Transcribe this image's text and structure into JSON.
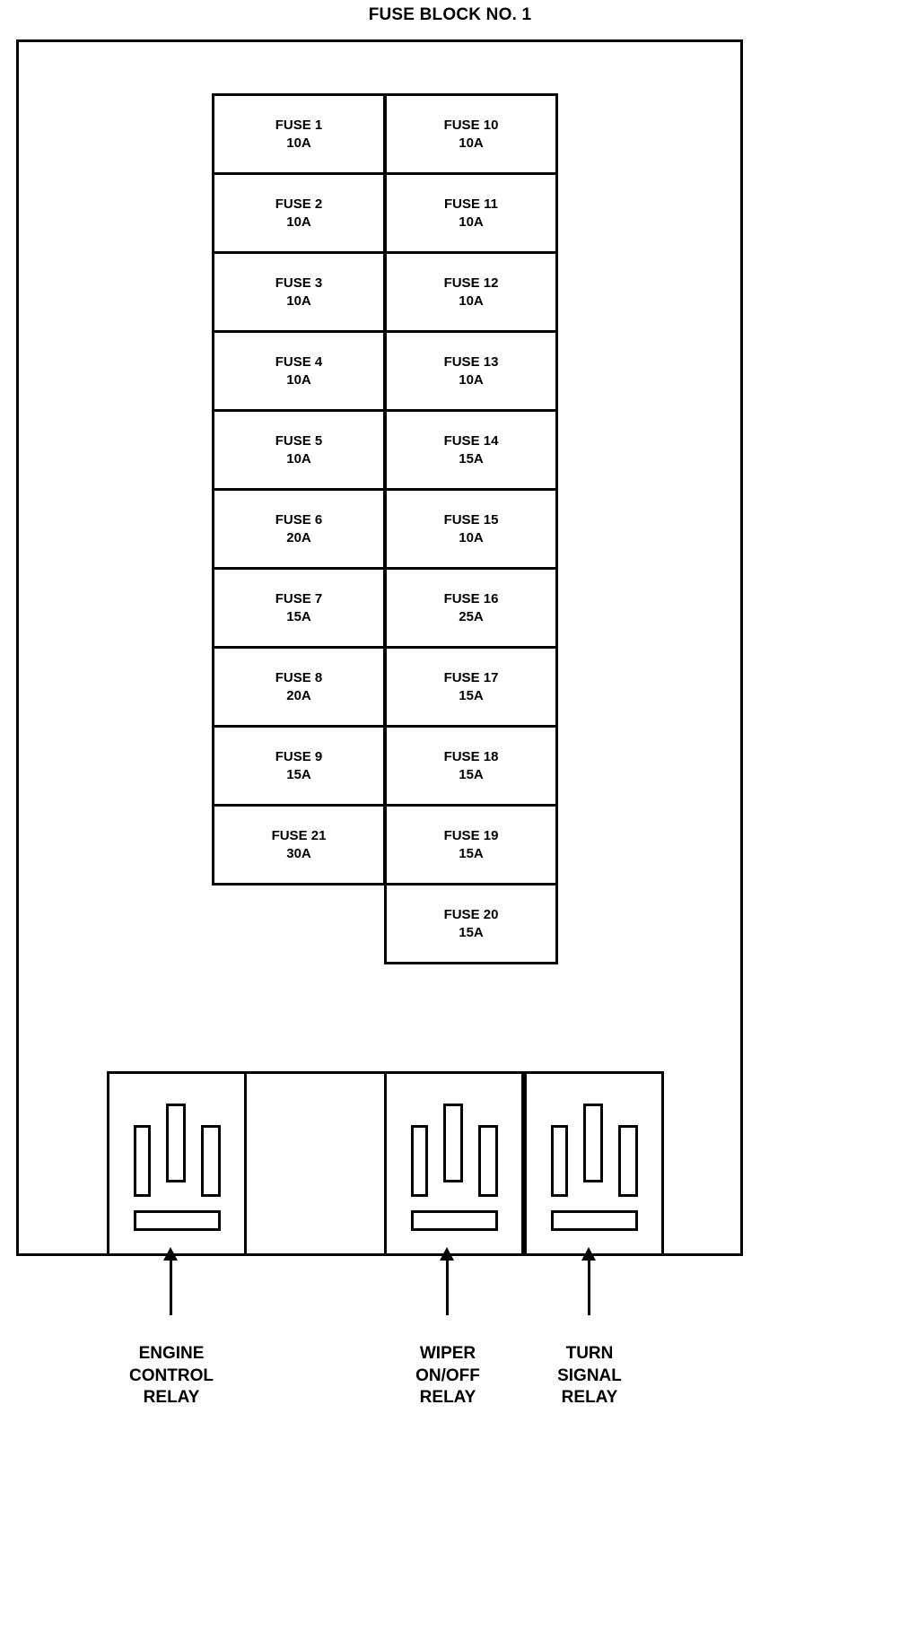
{
  "title": "FUSE BLOCK NO. 1",
  "fuse_block": {
    "columns": [
      {
        "name": "left-column",
        "fuses": [
          {
            "name": "FUSE 1",
            "amperage": "10A"
          },
          {
            "name": "FUSE 2",
            "amperage": "10A"
          },
          {
            "name": "FUSE 3",
            "amperage": "10A"
          },
          {
            "name": "FUSE 4",
            "amperage": "10A"
          },
          {
            "name": "FUSE 5",
            "amperage": "10A"
          },
          {
            "name": "FUSE 6",
            "amperage": "20A"
          },
          {
            "name": "FUSE 7",
            "amperage": "15A"
          },
          {
            "name": "FUSE 8",
            "amperage": "20A"
          },
          {
            "name": "FUSE 9",
            "amperage": "15A"
          },
          {
            "name": "FUSE 21",
            "amperage": "30A"
          }
        ]
      },
      {
        "name": "right-column",
        "fuses": [
          {
            "name": "FUSE 10",
            "amperage": "10A"
          },
          {
            "name": "FUSE 11",
            "amperage": "10A"
          },
          {
            "name": "FUSE 12",
            "amperage": "10A"
          },
          {
            "name": "FUSE 13",
            "amperage": "10A"
          },
          {
            "name": "FUSE 14",
            "amperage": "15A"
          },
          {
            "name": "FUSE 15",
            "amperage": "10A"
          },
          {
            "name": "FUSE 16",
            "amperage": "25A"
          },
          {
            "name": "FUSE 17",
            "amperage": "15A"
          },
          {
            "name": "FUSE 18",
            "amperage": "15A"
          },
          {
            "name": "FUSE 19",
            "amperage": "15A"
          },
          {
            "name": "FUSE 20",
            "amperage": "15A"
          }
        ]
      }
    ]
  },
  "relays": [
    {
      "label_lines": [
        "ENGINE",
        "CONTROL",
        "RELAY"
      ]
    },
    {
      "label_lines": [
        "WIPER",
        "ON/OFF",
        "RELAY"
      ]
    },
    {
      "label_lines": [
        "TURN",
        "SIGNAL",
        "RELAY"
      ]
    }
  ],
  "colors": {
    "line": "#000000",
    "background": "#ffffff"
  }
}
